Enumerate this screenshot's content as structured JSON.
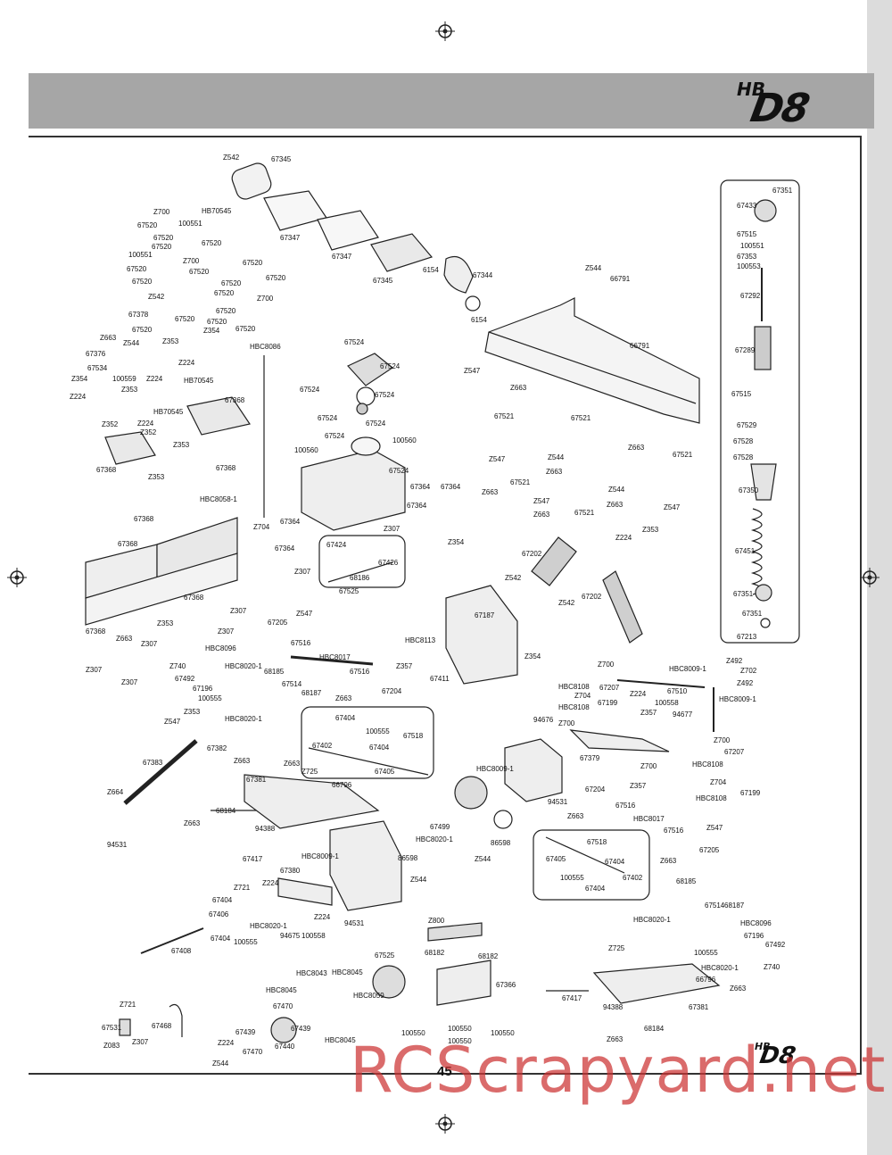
{
  "page": {
    "number": "45",
    "watermark": "RCScrapyard.net"
  },
  "logo": {
    "main": "D8",
    "prefix": "HB",
    "small": "D8",
    "small_prefix": "HB"
  },
  "labels": [
    [
      "Z542",
      250,
      172
    ],
    [
      "67345",
      304,
      174
    ],
    [
      "HB70545",
      226,
      232
    ],
    [
      "67347",
      314,
      262
    ],
    [
      "67347",
      372,
      283
    ],
    [
      "67345",
      418,
      310
    ],
    [
      "Z700",
      172,
      233
    ],
    [
      "100551",
      200,
      246
    ],
    [
      "67520",
      154,
      248
    ],
    [
      "67520",
      172,
      262
    ],
    [
      "67520",
      170,
      272
    ],
    [
      "67520",
      226,
      268
    ],
    [
      "100551",
      144,
      281
    ],
    [
      "Z700",
      205,
      288
    ],
    [
      "67520",
      272,
      290
    ],
    [
      "67520",
      142,
      297
    ],
    [
      "67520",
      212,
      300
    ],
    [
      "67520",
      298,
      307
    ],
    [
      "67520",
      148,
      311
    ],
    [
      "67520",
      248,
      313
    ],
    [
      "Z700",
      288,
      330
    ],
    [
      "Z542",
      166,
      328
    ],
    [
      "67520",
      240,
      324
    ],
    [
      "67520",
      242,
      344
    ],
    [
      "67378",
      144,
      348
    ],
    [
      "67520",
      196,
      353
    ],
    [
      "67520",
      232,
      356
    ],
    [
      "67520",
      264,
      364
    ],
    [
      "67520",
      148,
      365
    ],
    [
      "Z354",
      228,
      366
    ],
    [
      "Z663",
      112,
      374
    ],
    [
      "Z544",
      138,
      380
    ],
    [
      "Z353",
      182,
      378
    ],
    [
      "67376",
      96,
      392
    ],
    [
      "67534",
      98,
      408
    ],
    [
      "Z224",
      200,
      402
    ],
    [
      "Z354",
      80,
      420
    ],
    [
      "100559",
      126,
      420
    ],
    [
      "Z224",
      164,
      420
    ],
    [
      "Z353",
      136,
      432
    ],
    [
      "HB70545",
      206,
      422
    ],
    [
      "Z224",
      78,
      440
    ],
    [
      "67368",
      252,
      444
    ],
    [
      "HB70545",
      172,
      457
    ],
    [
      "Z224",
      154,
      470
    ],
    [
      "Z352",
      114,
      471
    ],
    [
      "Z352",
      157,
      480
    ],
    [
      "Z353",
      194,
      494
    ],
    [
      "67368",
      108,
      522
    ],
    [
      "67368",
      242,
      520
    ],
    [
      "Z353",
      166,
      530
    ],
    [
      "HBC8058-1",
      224,
      555
    ],
    [
      "67368",
      150,
      577
    ],
    [
      "Z704",
      284,
      586
    ],
    [
      "67368",
      132,
      605
    ],
    [
      "67368",
      206,
      665
    ],
    [
      "Z307",
      258,
      680
    ],
    [
      "Z353",
      176,
      694
    ],
    [
      "67368",
      96,
      703
    ],
    [
      "Z663",
      130,
      711
    ],
    [
      "Z307",
      244,
      703
    ],
    [
      "Z307",
      158,
      717
    ],
    [
      "Z307",
      96,
      746
    ],
    [
      "Z307",
      136,
      760
    ],
    [
      "HBC8086",
      280,
      384
    ],
    [
      "67524",
      386,
      379
    ],
    [
      "67524",
      426,
      406
    ],
    [
      "Z663",
      572,
      430
    ],
    [
      "67524",
      336,
      432
    ],
    [
      "67524",
      420,
      438
    ],
    [
      "67524",
      356,
      464
    ],
    [
      "67524",
      410,
      470
    ],
    [
      "67524",
      364,
      484
    ],
    [
      "100560",
      440,
      489
    ],
    [
      "100560",
      330,
      500
    ],
    [
      "67524",
      436,
      523
    ],
    [
      "67364",
      460,
      541
    ],
    [
      "67364",
      494,
      541
    ],
    [
      "67364",
      456,
      562
    ],
    [
      "Z307",
      430,
      588
    ],
    [
      "67364",
      314,
      580
    ],
    [
      "67364",
      308,
      610
    ],
    [
      "67424",
      366,
      606
    ],
    [
      "67426",
      424,
      626
    ],
    [
      "68186",
      392,
      643
    ],
    [
      "Z307",
      330,
      636
    ],
    [
      "67525",
      380,
      658
    ],
    [
      "Z354",
      502,
      603
    ],
    [
      "6154",
      474,
      298
    ],
    [
      "67344",
      530,
      304
    ],
    [
      "6154",
      528,
      354
    ],
    [
      "Z544",
      656,
      296
    ],
    [
      "66791",
      684,
      308
    ],
    [
      "66791",
      706,
      383
    ],
    [
      "Z547",
      520,
      411
    ],
    [
      "67521",
      554,
      462
    ],
    [
      "67521",
      640,
      464
    ],
    [
      "Z663",
      704,
      497
    ],
    [
      "67521",
      754,
      505
    ],
    [
      "Z547",
      548,
      510
    ],
    [
      "Z544",
      614,
      508
    ],
    [
      "Z663",
      612,
      524
    ],
    [
      "Z663",
      540,
      547
    ],
    [
      "67521",
      572,
      536
    ],
    [
      "Z547",
      598,
      557
    ],
    [
      "Z544",
      682,
      544
    ],
    [
      "Z663",
      680,
      561
    ],
    [
      "Z663",
      598,
      572
    ],
    [
      "67521",
      644,
      570
    ],
    [
      "Z547",
      744,
      564
    ],
    [
      "Z224",
      690,
      598
    ],
    [
      "Z353",
      720,
      589
    ],
    [
      "67202",
      585,
      616
    ],
    [
      "Z542",
      566,
      643
    ],
    [
      "Z542",
      626,
      671
    ],
    [
      "67202",
      652,
      664
    ],
    [
      "67187",
      532,
      685
    ],
    [
      "Z354",
      588,
      731
    ],
    [
      "HBC8113",
      454,
      713
    ],
    [
      "67411",
      482,
      756
    ],
    [
      "67205",
      300,
      693
    ],
    [
      "Z547",
      332,
      683
    ],
    [
      "67516",
      326,
      716
    ],
    [
      "HBC8017",
      358,
      732
    ],
    [
      "HBC8096",
      230,
      722
    ],
    [
      "Z740",
      190,
      742
    ],
    [
      "HBC8020-1",
      252,
      742
    ],
    [
      "67492",
      196,
      756
    ],
    [
      "68185",
      296,
      748
    ],
    [
      "67196",
      216,
      767
    ],
    [
      "67514",
      316,
      762
    ],
    [
      "Z357",
      444,
      742
    ],
    [
      "67516",
      392,
      748
    ],
    [
      "68187",
      338,
      772
    ],
    [
      "Z663",
      376,
      778
    ],
    [
      "67204",
      428,
      770
    ],
    [
      "100555",
      222,
      778
    ],
    [
      "Z353",
      206,
      793
    ],
    [
      "HBC8020-1",
      252,
      801
    ],
    [
      "Z547",
      184,
      804
    ],
    [
      "67382",
      232,
      834
    ],
    [
      "Z663",
      262,
      848
    ],
    [
      "67383",
      160,
      850
    ],
    [
      "67404",
      376,
      800
    ],
    [
      "100555",
      410,
      815
    ],
    [
      "67518",
      452,
      820
    ],
    [
      "67402",
      350,
      831
    ],
    [
      "67404",
      414,
      833
    ],
    [
      "67405",
      420,
      860
    ],
    [
      "Z663",
      318,
      851
    ],
    [
      "Z725",
      338,
      860
    ],
    [
      "66796",
      372,
      875
    ],
    [
      "67381",
      276,
      869
    ],
    [
      "Z664",
      120,
      883
    ],
    [
      "68184",
      242,
      904
    ],
    [
      "Z663",
      206,
      918
    ],
    [
      "94388",
      286,
      924
    ],
    [
      "94531",
      120,
      942
    ],
    [
      "67417",
      272,
      958
    ],
    [
      "HBC8009-1",
      534,
      857
    ],
    [
      "94531",
      614,
      894
    ],
    [
      "67499",
      482,
      922
    ],
    [
      "HBC8020-1",
      466,
      936
    ],
    [
      "86598",
      550,
      940
    ],
    [
      "86598",
      446,
      957
    ],
    [
      "HBC8009-1",
      338,
      955
    ],
    [
      "Z544",
      532,
      958
    ],
    [
      "Z544",
      460,
      981
    ],
    [
      "67380",
      314,
      971
    ],
    [
      "Z224",
      294,
      985
    ],
    [
      "Z721",
      262,
      990
    ],
    [
      "67404",
      238,
      1004
    ],
    [
      "67406",
      234,
      1020
    ],
    [
      "Z224",
      352,
      1023
    ],
    [
      "HBC8020-1",
      280,
      1033
    ],
    [
      "94531",
      386,
      1030
    ],
    [
      "94675",
      314,
      1044
    ],
    [
      "100558",
      338,
      1044
    ],
    [
      "Z800",
      480,
      1027
    ],
    [
      "67404",
      236,
      1047
    ],
    [
      "100555",
      262,
      1051
    ],
    [
      "67408",
      192,
      1061
    ],
    [
      "68182",
      476,
      1063
    ],
    [
      "68182",
      536,
      1067
    ],
    [
      "67525",
      420,
      1066
    ],
    [
      "HBC8043",
      332,
      1086
    ],
    [
      "HBC8045",
      372,
      1085
    ],
    [
      "HBC8045",
      298,
      1105
    ],
    [
      "HBC8059",
      396,
      1111
    ],
    [
      "67470",
      306,
      1123
    ],
    [
      "67366",
      556,
      1099
    ],
    [
      "Z721",
      134,
      1121
    ],
    [
      "67531",
      114,
      1147
    ],
    [
      "67468",
      170,
      1145
    ],
    [
      "Z083",
      116,
      1167
    ],
    [
      "Z307",
      148,
      1163
    ],
    [
      "67439",
      264,
      1152
    ],
    [
      "67439",
      326,
      1148
    ],
    [
      "HBC8045",
      364,
      1161
    ],
    [
      "Z224",
      244,
      1164
    ],
    [
      "67470",
      272,
      1174
    ],
    [
      "67440",
      308,
      1168
    ],
    [
      "Z544",
      238,
      1187
    ],
    [
      "100550",
      450,
      1153
    ],
    [
      "100550",
      502,
      1148
    ],
    [
      "100550",
      550,
      1153
    ],
    [
      "100550",
      502,
      1162
    ],
    [
      "67433",
      826,
      226
    ],
    [
      "67351",
      866,
      209
    ],
    [
      "67515",
      826,
      258
    ],
    [
      "100551",
      830,
      271
    ],
    [
      "67353",
      826,
      283
    ],
    [
      "100553",
      826,
      294
    ],
    [
      "67292",
      830,
      327
    ],
    [
      "67289",
      824,
      388
    ],
    [
      "67515",
      820,
      437
    ],
    [
      "67529",
      826,
      472
    ],
    [
      "67528",
      822,
      490
    ],
    [
      "67528",
      822,
      508
    ],
    [
      "67350",
      828,
      545
    ],
    [
      "67451",
      824,
      613
    ],
    [
      "67351",
      822,
      661
    ],
    [
      "67351",
      832,
      683
    ],
    [
      "67213",
      826,
      709
    ],
    [
      "Z700",
      670,
      740
    ],
    [
      "HBC8009-1",
      750,
      745
    ],
    [
      "Z492",
      814,
      736
    ],
    [
      "Z702",
      830,
      747
    ],
    [
      "Z492",
      826,
      761
    ],
    [
      "HBC8108",
      626,
      765
    ],
    [
      "67207",
      672,
      766
    ],
    [
      "67510",
      748,
      770
    ],
    [
      "HBC8009-1",
      806,
      779
    ],
    [
      "Z224",
      706,
      773
    ],
    [
      "Z704",
      644,
      775
    ],
    [
      "67199",
      670,
      783
    ],
    [
      "100558",
      734,
      783
    ],
    [
      "HBC8108",
      626,
      788
    ],
    [
      "Z357",
      718,
      794
    ],
    [
      "94677",
      754,
      796
    ],
    [
      "94676",
      598,
      802
    ],
    [
      "Z700",
      626,
      806
    ],
    [
      "Z700",
      800,
      825
    ],
    [
      "67207",
      812,
      838
    ],
    [
      "67379",
      650,
      845
    ],
    [
      "HBC8108",
      776,
      852
    ],
    [
      "Z700",
      718,
      854
    ],
    [
      "Z704",
      796,
      872
    ],
    [
      "67199",
      830,
      884
    ],
    [
      "HBC8108",
      780,
      890
    ],
    [
      "67204",
      656,
      880
    ],
    [
      "Z357",
      706,
      876
    ],
    [
      "67516",
      690,
      898
    ],
    [
      "HBC8017",
      710,
      913
    ],
    [
      "Z663",
      636,
      910
    ],
    [
      "67516",
      744,
      926
    ],
    [
      "Z547",
      792,
      923
    ],
    [
      "Z663",
      740,
      960
    ],
    [
      "67205",
      784,
      948
    ],
    [
      "67518",
      658,
      939
    ],
    [
      "67405",
      612,
      958
    ],
    [
      "67404",
      678,
      961
    ],
    [
      "100555",
      628,
      979
    ],
    [
      "67402",
      698,
      979
    ],
    [
      "67404",
      656,
      991
    ],
    [
      "68185",
      758,
      983
    ],
    [
      "67514",
      790,
      1010
    ],
    [
      "68187",
      812,
      1010
    ],
    [
      "HBC8096",
      830,
      1030
    ],
    [
      "HBC8020-1",
      710,
      1026
    ],
    [
      "67196",
      834,
      1044
    ],
    [
      "67492",
      858,
      1054
    ],
    [
      "Z725",
      682,
      1058
    ],
    [
      "100555",
      778,
      1063
    ],
    [
      "HBC8020-1",
      786,
      1080
    ],
    [
      "Z740",
      856,
      1079
    ],
    [
      "66796",
      780,
      1093
    ],
    [
      "Z663",
      818,
      1103
    ],
    [
      "67417",
      630,
      1114
    ],
    [
      "94388",
      676,
      1124
    ],
    [
      "67381",
      772,
      1124
    ],
    [
      "68184",
      722,
      1148
    ],
    [
      "Z663",
      680,
      1160
    ]
  ]
}
